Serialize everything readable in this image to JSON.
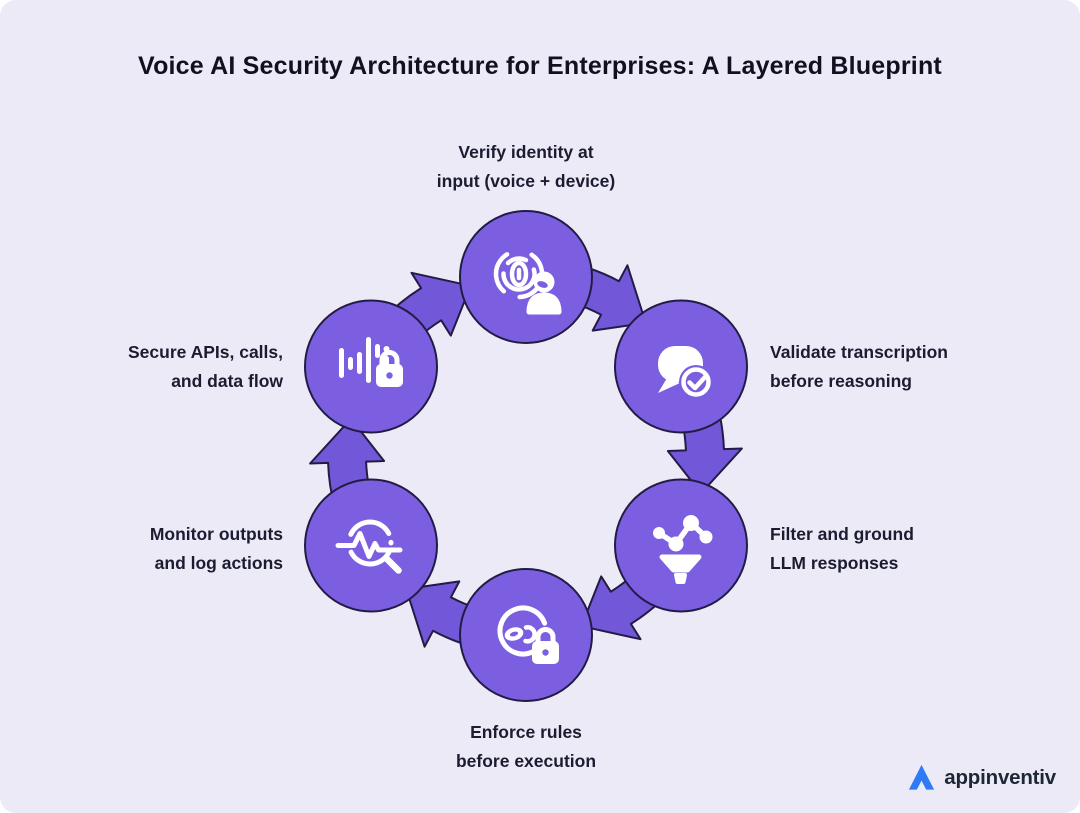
{
  "title": "Voice AI Security Architecture for Enterprises: A Layered Blueprint",
  "diagram": {
    "type": "cycle",
    "direction": "clockwise",
    "steps": [
      {
        "position": "top",
        "icon": "fingerprint-user-icon",
        "lines": [
          "Verify identity at",
          "input (voice + device)"
        ]
      },
      {
        "position": "top-right",
        "icon": "chat-check-icon",
        "lines": [
          "Validate transcription",
          "before reasoning"
        ]
      },
      {
        "position": "bottom-right",
        "icon": "graph-funnel-icon",
        "lines": [
          "Filter and ground",
          "LLM responses"
        ]
      },
      {
        "position": "bottom",
        "icon": "policy-lock-icon",
        "lines": [
          "Enforce rules",
          "before execution"
        ]
      },
      {
        "position": "bottom-left",
        "icon": "pulse-magnifier-icon",
        "lines": [
          "Monitor outputs",
          "and log actions"
        ]
      },
      {
        "position": "top-left",
        "icon": "waveform-lock-icon",
        "lines": [
          "Secure APIs, calls,",
          "and data flow"
        ]
      }
    ],
    "colors": {
      "background": "#EDEAF8",
      "circle": "#7B5FE0",
      "arrow": "#7357D9",
      "outline": "#221C44",
      "icon": "#FFFFFF",
      "label_text": "#1B1C30"
    }
  },
  "footer": {
    "brand": "appinventiv",
    "logo_color": "#2E7BF5"
  }
}
